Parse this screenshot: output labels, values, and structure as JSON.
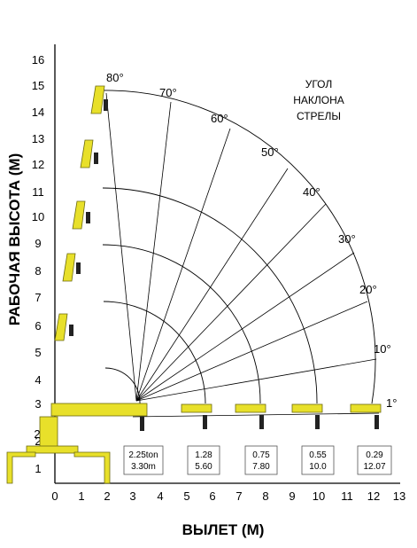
{
  "y_axis": {
    "title": "РАБОЧАЯ ВЫСОТА (М)",
    "ticks": [
      "1",
      "2",
      "3",
      "4",
      "5",
      "6",
      "7",
      "8",
      "9",
      "10",
      "11",
      "12",
      "13",
      "14",
      "15",
      "16"
    ]
  },
  "x_axis": {
    "title": "ВЫЛЕТ (М)",
    "ticks": [
      "0",
      "1",
      "2",
      "3",
      "4",
      "5",
      "6",
      "7",
      "8",
      "9",
      "10",
      "11",
      "12",
      "13"
    ]
  },
  "boom_angle_note": [
    "УГОЛ",
    "НАКЛОНА",
    "СТРЕЛЫ"
  ],
  "angle_labels": [
    "80°",
    "70°",
    "60°",
    "50°",
    "40°",
    "30°",
    "20°",
    "10°",
    "1°"
  ],
  "load_table": [
    {
      "load": "2.25ton",
      "reach": "3.30m"
    },
    {
      "load": "1.28",
      "reach": "5.60"
    },
    {
      "load": "0.75",
      "reach": "7.80"
    },
    {
      "load": "0.55",
      "reach": "10.0"
    },
    {
      "load": "0.29",
      "reach": "12.07"
    }
  ],
  "colors": {
    "boom": "#e8e02a",
    "lines": "#000000"
  }
}
